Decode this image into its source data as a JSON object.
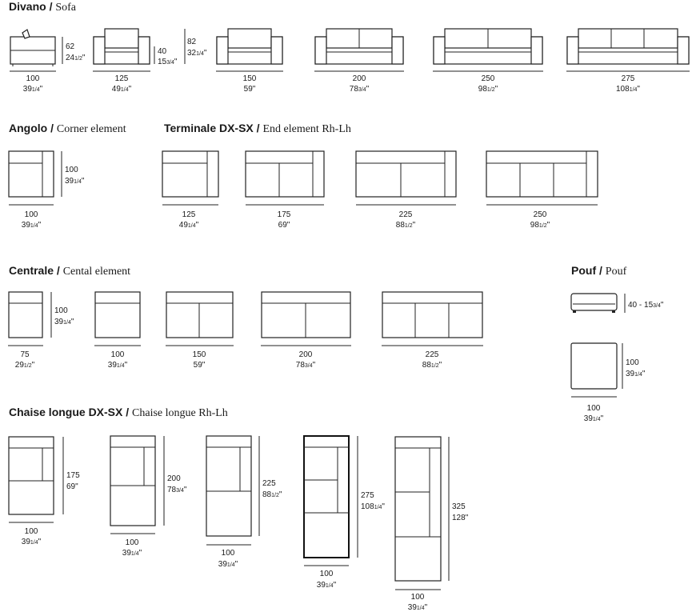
{
  "sections": [
    {
      "id": "sofa",
      "title_bold": "Divano",
      "title_sep": " / ",
      "title_serif": "Sofa"
    },
    {
      "id": "corner",
      "title_bold": "Angolo",
      "title_sep": " / ",
      "title_serif": "Corner element"
    },
    {
      "id": "end",
      "title_bold": "Terminale DX-SX",
      "title_sep": " / ",
      "title_serif": "End element Rh-Lh"
    },
    {
      "id": "central",
      "title_bold": "Centrale",
      "title_sep": " / ",
      "title_serif": "Cental element"
    },
    {
      "id": "pouf",
      "title_bold": "Pouf",
      "title_sep": " / ",
      "title_serif": "Pouf"
    },
    {
      "id": "chaise",
      "title_bold": "Chaise longue DX-SX",
      "title_sep": " / ",
      "title_serif": "Chaise longue Rh-Lh"
    }
  ],
  "sofa": {
    "side_depth": {
      "cm": "62",
      "in": "24",
      "in_frac": "1/2",
      "unit": "\""
    },
    "seat_height": {
      "cm": "40",
      "in": "15",
      "in_frac": "3/4",
      "unit": "\""
    },
    "total_height": {
      "cm": "82",
      "in": "32",
      "in_frac": "1/4",
      "unit": "\""
    },
    "widths": [
      {
        "cm": "100",
        "in": "39",
        "in_frac": "1/4",
        "unit": "\""
      },
      {
        "cm": "125",
        "in": "49",
        "in_frac": "1/4",
        "unit": "\""
      },
      {
        "cm": "150",
        "in": "59",
        "in_frac": "",
        "unit": "\""
      },
      {
        "cm": "200",
        "in": "78",
        "in_frac": "3/4",
        "unit": "\""
      },
      {
        "cm": "250",
        "in": "98",
        "in_frac": "1/2",
        "unit": "\""
      },
      {
        "cm": "275",
        "in": "108",
        "in_frac": "1/4",
        "unit": "\""
      }
    ]
  },
  "corner": {
    "depth": {
      "cm": "100",
      "in": "39",
      "in_frac": "1/4",
      "unit": "\""
    },
    "width": {
      "cm": "100",
      "in": "39",
      "in_frac": "1/4",
      "unit": "\""
    }
  },
  "end_element": {
    "widths": [
      {
        "cm": "125",
        "in": "49",
        "in_frac": "1/4",
        "unit": "\""
      },
      {
        "cm": "175",
        "in": "69",
        "in_frac": "",
        "unit": "\""
      },
      {
        "cm": "225",
        "in": "88",
        "in_frac": "1/2",
        "unit": "\""
      },
      {
        "cm": "250",
        "in": "98",
        "in_frac": "1/2",
        "unit": "\""
      }
    ]
  },
  "central": {
    "depth": {
      "cm": "100",
      "in": "39",
      "in_frac": "1/4",
      "unit": "\""
    },
    "widths": [
      {
        "cm": "75",
        "in": "29",
        "in_frac": "1/2",
        "unit": "\""
      },
      {
        "cm": "100",
        "in": "39",
        "in_frac": "1/4",
        "unit": "\""
      },
      {
        "cm": "150",
        "in": "59",
        "in_frac": "",
        "unit": "\""
      },
      {
        "cm": "200",
        "in": "78",
        "in_frac": "3/4",
        "unit": "\""
      },
      {
        "cm": "225",
        "in": "88",
        "in_frac": "1/2",
        "unit": "\""
      }
    ]
  },
  "pouf": {
    "height": {
      "text": "40 - 15",
      "in_frac": "3/4",
      "unit": "\""
    },
    "depth": {
      "cm": "100",
      "in": "39",
      "in_frac": "1/4",
      "unit": "\""
    },
    "width": {
      "cm": "100",
      "in": "39",
      "in_frac": "1/4",
      "unit": "\""
    }
  },
  "chaise": {
    "items": [
      {
        "length": {
          "cm": "175",
          "in": "69",
          "in_frac": "",
          "unit": "\""
        },
        "width": {
          "cm": "100",
          "in": "39",
          "in_frac": "1/4",
          "unit": "\""
        }
      },
      {
        "length": {
          "cm": "200",
          "in": "78",
          "in_frac": "3/4",
          "unit": "\""
        },
        "width": {
          "cm": "100",
          "in": "39",
          "in_frac": "1/4",
          "unit": "\""
        }
      },
      {
        "length": {
          "cm": "225",
          "in": "88",
          "in_frac": "1/2",
          "unit": "\""
        },
        "width": {
          "cm": "100",
          "in": "39",
          "in_frac": "1/4",
          "unit": "\""
        }
      },
      {
        "length": {
          "cm": "275",
          "in": "108",
          "in_frac": "1/4",
          "unit": "\""
        },
        "width": {
          "cm": "100",
          "in": "39",
          "in_frac": "1/4",
          "unit": "\""
        }
      },
      {
        "length": {
          "cm": "325",
          "in": "128",
          "in_frac": "",
          "unit": "\""
        },
        "width": {
          "cm": "100",
          "in": "39",
          "in_frac": "1/4",
          "unit": "\""
        }
      }
    ]
  }
}
